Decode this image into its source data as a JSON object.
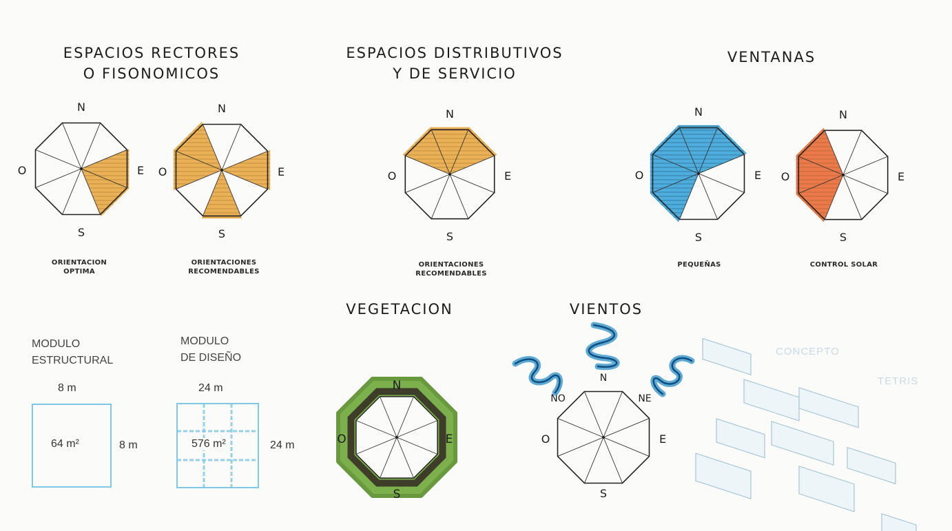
{
  "titles": {
    "rectores": [
      "ESPACIOS RECTORES",
      "O FISONOMICOS"
    ],
    "distributivos": [
      "ESPACIOS DISTRIBUTIVOS",
      "Y DE SERVICIO"
    ],
    "ventanas": "VENTANAS",
    "vegetacion": "VEGETACION",
    "vientos": "VIENTOS"
  },
  "compass": {
    "n": "N",
    "e": "E",
    "s": "S",
    "o": "O",
    "no": "NO",
    "ne": "NE"
  },
  "captions": {
    "optima": [
      "ORIENTACION",
      "OPTIMA"
    ],
    "recomendables": [
      "ORIENTACIONES",
      "RECOMENDABLES"
    ],
    "recomendables2": [
      "ORIENTACIONES",
      "RECOMENDABLES"
    ],
    "pequenas": "PEQUEÑAS",
    "control_solar": "CONTROL SOLAR"
  },
  "modulos": {
    "estructural": {
      "label": [
        "MODULO",
        "ESTRUCTURAL"
      ],
      "width": "8 m",
      "height": "8 m",
      "area": "64 m²"
    },
    "diseno": {
      "label": [
        "MODULO",
        "DE DISEÑO"
      ],
      "width": "24 m",
      "height": "24 m",
      "area": "576 m²"
    }
  },
  "concept": {
    "line1": "CONCEPTO",
    "line2": "TETRIS"
  },
  "colors": {
    "orange": "#e8a33a",
    "blue": "#2f9fd6",
    "red_orange": "#e8622a",
    "green": "#6fa83a",
    "module_blue": "#7ec8e3"
  }
}
